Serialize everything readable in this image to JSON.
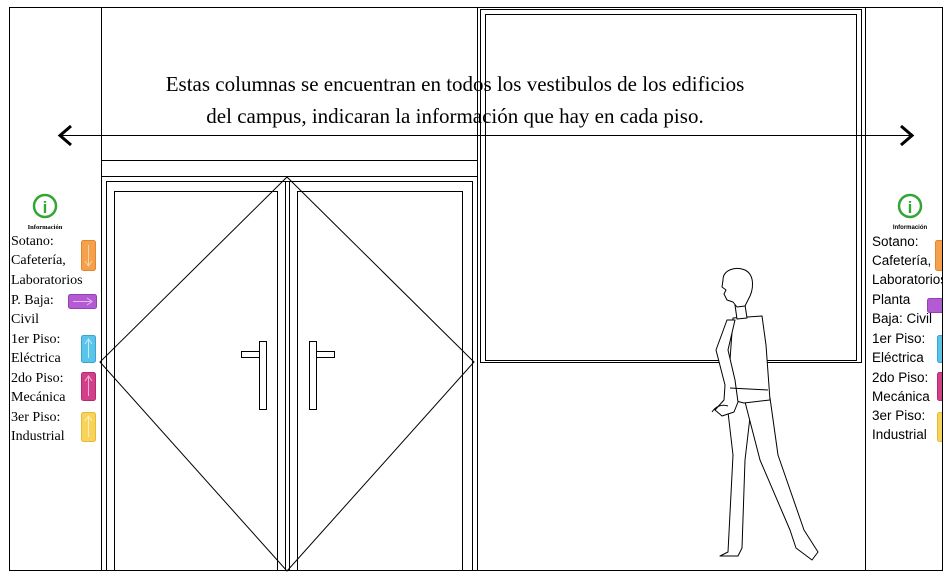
{
  "caption": {
    "line1": "Estas columnas se encuentran en todos los vestibulos de los edificios",
    "line2": "del campus, indicaran la información que hay en cada piso."
  },
  "left_panel": {
    "icon_letter": "i",
    "heading": "Información",
    "lines": [
      "Sotano:",
      "Cafetería,",
      "Laboratorios",
      "P. Baja:",
      "Civil",
      "1er Piso:",
      "Eléctrica",
      "2do Piso:",
      "Mecánica",
      "3er Piso:",
      "Industrial"
    ]
  },
  "right_panel": {
    "icon_letter": "i",
    "heading": "Información",
    "lines": [
      "Sotano:",
      "Cafetería,",
      "Laboratorios",
      "Planta",
      "Baja: Civil",
      "1er Piso:",
      "Eléctrica",
      "2do Piso:",
      "Mecánica",
      "3er Piso:",
      "Industrial"
    ]
  },
  "colors": {
    "info_icon": "#33a532",
    "sotano": "#f5a04a",
    "planta_baja": "#b45ad2",
    "primer_piso": "#5bc4ea",
    "segundo_piso": "#d2408a",
    "tercer_piso": "#f7d35a",
    "lines": "#000000",
    "background": "#ffffff"
  }
}
